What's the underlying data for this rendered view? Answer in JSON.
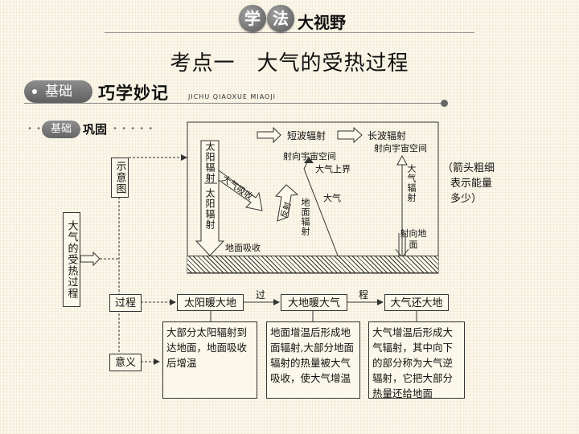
{
  "banner": {
    "badge1": "学",
    "badge2": "法",
    "word": "大视野"
  },
  "title": "考点一　大气的受热过程",
  "section": {
    "pill": "基础",
    "title": "巧学妙记",
    "pinyin": "JICHU QIAOXUE MIAOJI"
  },
  "subsection": {
    "pill": "基础",
    "label": "巩固"
  },
  "left": {
    "main_label": "大气的受热过程",
    "diagram_label": "示意图",
    "process_label": "过程",
    "meaning_label": "意义"
  },
  "legend": {
    "short": "短波辐射",
    "long": "长波辐射"
  },
  "diagram": {
    "solar_radiation_top": "太阳辐射",
    "atmos_absorb": "大气吸收",
    "solar_radiation": "太阳辐射",
    "ground_absorb": "地面吸收",
    "reflect": "反射",
    "ground_radiation": "地面辐射",
    "atmosphere": "大气",
    "to_space": "射向宇宙空间",
    "atmos_upper": "大气上界",
    "to_space2": "射向宇宙空间",
    "atmos_radiation": "大气辐射",
    "to_ground": "射向地面"
  },
  "note": [
    "（箭头粗细",
    "表示能量",
    "多少）"
  ],
  "process": {
    "step1": "太阳暖大地",
    "step2": "大地暖大气",
    "step3": "大气还大地",
    "conn1": "过",
    "conn2": "程"
  },
  "meaning": {
    "m1": "大部分太阳辐射到达地面，地面吸收后增温",
    "m2": "地面增温后形成地面辐射,大部分地面辐射的热量被大气吸收，使大气增温",
    "m3": "大气增温后形成大气辐射，其中向下的部分称为大气逆辐射，它把大部分热量还给地面"
  }
}
